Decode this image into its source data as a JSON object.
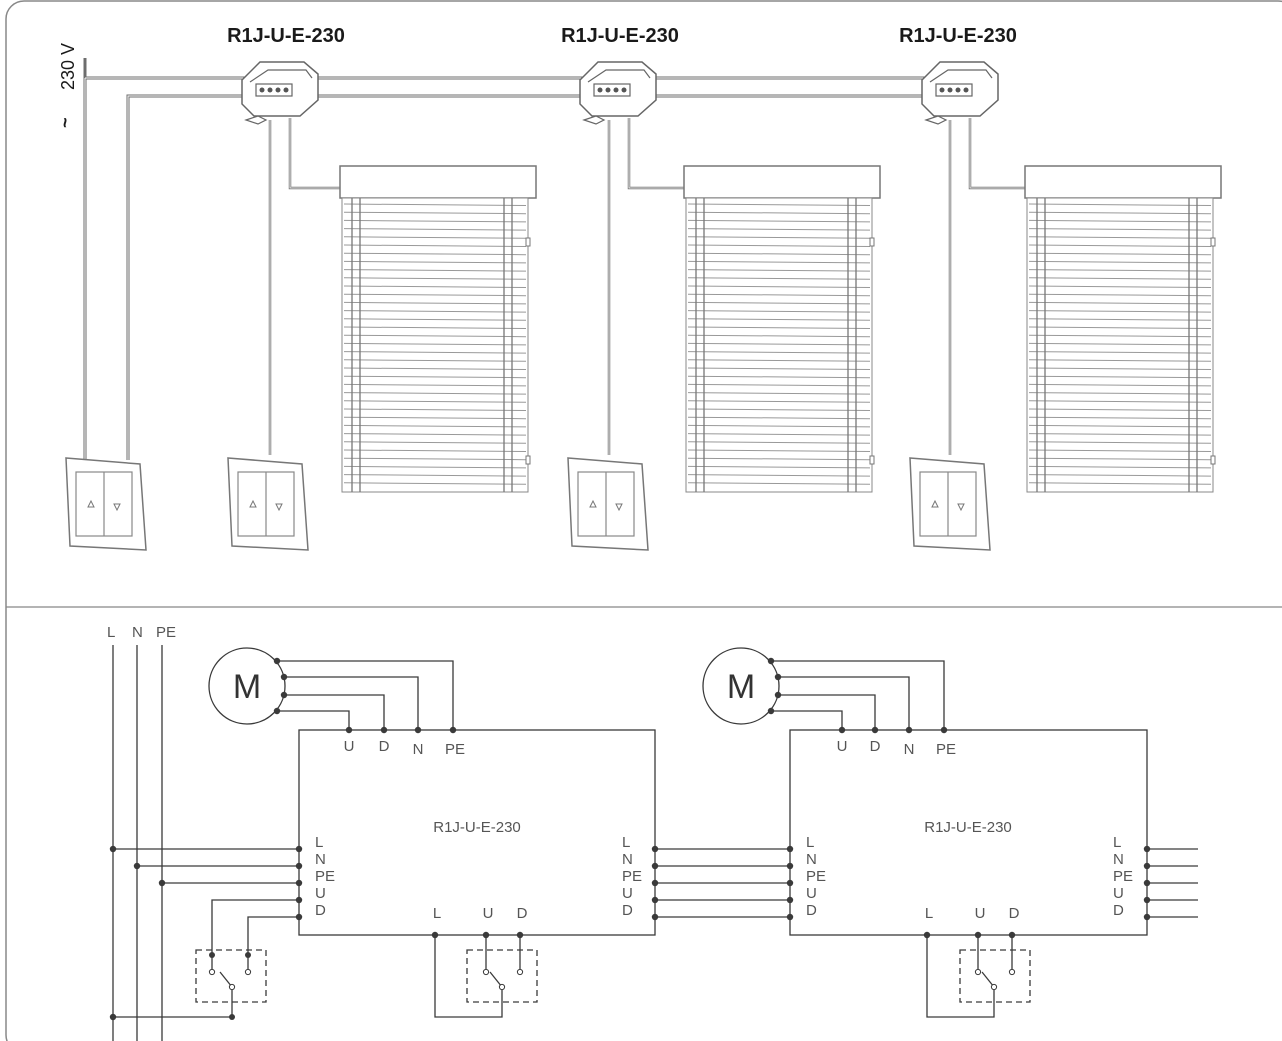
{
  "top": {
    "device_labels": [
      "R1J-U-E-230",
      "R1J-U-E-230",
      "R1J-U-E-230"
    ],
    "voltage_label": "230 V",
    "voltage_symbol": "~"
  },
  "schematic": {
    "bus_labels": [
      "L",
      "N",
      "PE"
    ],
    "motor_label": "M",
    "module_label": "R1J-U-E-230",
    "top_terminals": [
      "U",
      "D",
      "N",
      "PE"
    ],
    "left_terminals": [
      "L",
      "N",
      "PE",
      "U",
      "D"
    ],
    "right_terminals": [
      "L",
      "N",
      "PE",
      "U",
      "D"
    ],
    "bottom_terminals": [
      "L",
      "U",
      "D"
    ]
  },
  "colors": {
    "wire": "#6d6d6d",
    "frame": "#777777",
    "line": "#3a3a3a"
  }
}
